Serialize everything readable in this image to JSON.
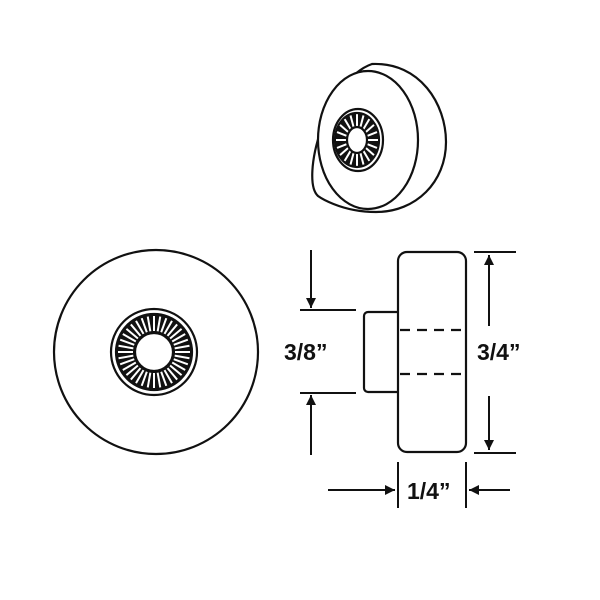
{
  "diagram": {
    "dimensions": {
      "hub_diameter": "3/8”",
      "wheel_diameter": "3/4”",
      "wheel_width": "1/4”"
    },
    "colors": {
      "line": "#111111",
      "background": "#ffffff"
    }
  }
}
